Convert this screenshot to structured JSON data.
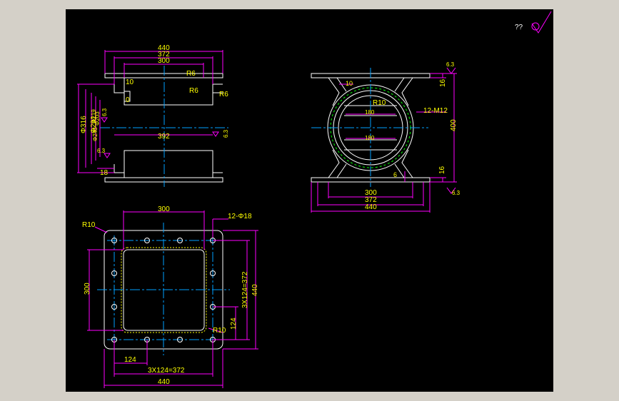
{
  "colors": {
    "background": "#000000",
    "frame": "#d4d0c8",
    "outline": "#ffffff",
    "dimension": "#ff00ff",
    "text": "#ffff00",
    "centerline": "#00a0ff",
    "hidden": "#00ff00"
  },
  "title_block": {
    "mark": "??",
    "surface_symbol": "check-symbol-icon"
  },
  "side_view": {
    "dims": {
      "d440": "440",
      "d372": "372",
      "d300": "300",
      "r6_top": "R6",
      "r6_mid": "R6",
      "r6_right": "R6",
      "d10": "10",
      "d0": "0",
      "phi316": "Φ316",
      "phi291": "Φ291",
      "phi219": "Φ219",
      "phi243": "Φ243",
      "phi203": "Φ203",
      "d392": "392",
      "rough1": "6.3",
      "rough2": "6.3",
      "rough3": "6.3",
      "d18": "18"
    }
  },
  "front_view": {
    "dims": {
      "rough_top": "6.3",
      "d16_top": "16",
      "d10": "10",
      "r10": "R10",
      "d180_top": "180",
      "m12": "12-M12",
      "d400": "400",
      "d180_bot": "180",
      "d6": "6",
      "d16_bot": "16",
      "rough_bot": "6.3",
      "d300": "300",
      "d372": "372",
      "d440": "440"
    }
  },
  "plan_view": {
    "dims": {
      "d300_top": "300",
      "holes": "12-Φ18",
      "r10_top": "R10",
      "d300_left": "300",
      "d3x124_right": "3X124=372",
      "d440_right": "440",
      "d124_right": "124",
      "r10_bot": "R10",
      "d124_bot": "124",
      "d3x124_bot": "3X124=372",
      "d440_bot": "440"
    }
  }
}
